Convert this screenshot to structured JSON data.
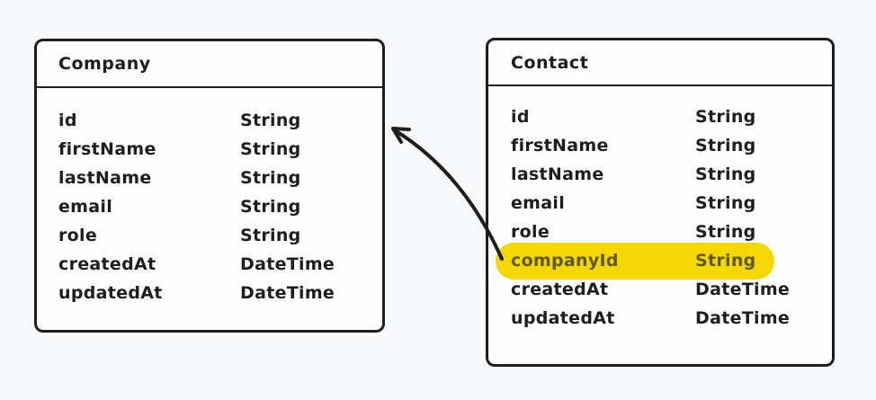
{
  "colors": {
    "background": "#f7f8f9",
    "box_fill": "#fdfdfd",
    "stroke": "#1e1e1e",
    "highlight_fill": "#f5d803",
    "highlight_text": "#5f590f"
  },
  "diagram": {
    "entities": [
      {
        "name": "Company",
        "fields": [
          {
            "name": "id",
            "type": "String",
            "highlighted": false
          },
          {
            "name": "firstName",
            "type": "String",
            "highlighted": false
          },
          {
            "name": "lastName",
            "type": "String",
            "highlighted": false
          },
          {
            "name": "email",
            "type": "String",
            "highlighted": false
          },
          {
            "name": "role",
            "type": "String",
            "highlighted": false
          },
          {
            "name": "createdAt",
            "type": "DateTime",
            "highlighted": false
          },
          {
            "name": "updatedAt",
            "type": "DateTime",
            "highlighted": false
          }
        ]
      },
      {
        "name": "Contact",
        "fields": [
          {
            "name": "id",
            "type": "String",
            "highlighted": false
          },
          {
            "name": "firstName",
            "type": "String",
            "highlighted": false
          },
          {
            "name": "lastName",
            "type": "String",
            "highlighted": false
          },
          {
            "name": "email",
            "type": "String",
            "highlighted": false
          },
          {
            "name": "role",
            "type": "String",
            "highlighted": false
          },
          {
            "name": "companyId",
            "type": "String",
            "highlighted": true
          },
          {
            "name": "createdAt",
            "type": "DateTime",
            "highlighted": false
          },
          {
            "name": "updatedAt",
            "type": "DateTime",
            "highlighted": false
          }
        ]
      }
    ],
    "relation": {
      "from_field": "companyId",
      "from_entity": "Contact",
      "to_entity": "Company"
    }
  }
}
